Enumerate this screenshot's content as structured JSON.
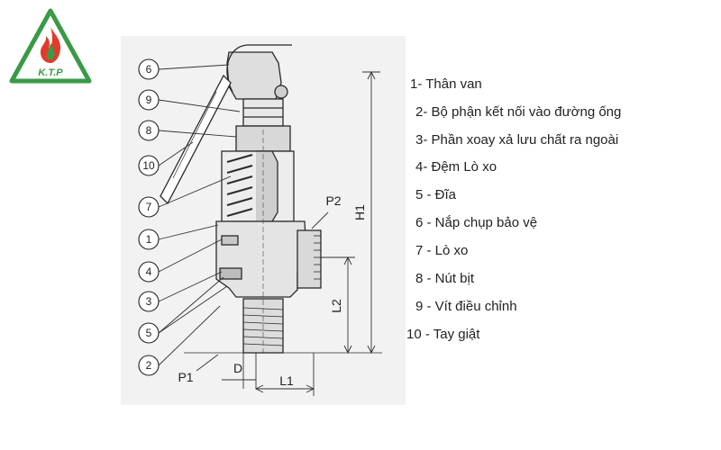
{
  "logo": {
    "text": "K.T.P",
    "brand_color": "#3a9a46",
    "flame_color": "#e23b2a"
  },
  "diagram": {
    "callouts": [
      "6",
      "9",
      "8",
      "10",
      "7",
      "1",
      "4",
      "3",
      "5",
      "2"
    ],
    "dimension_labels": {
      "h1": "H1",
      "p2": "P2",
      "l2": "L2",
      "d": "D",
      "l1": "L1",
      "p1": "P1"
    }
  },
  "legend": {
    "items": [
      "1- Thân van",
      "2- Bộ phận kết nối vào đường ống",
      "3- Phần xoay xả lưu chất ra ngoài",
      "4- Đệm Lò xo",
      "5 - Đĩa",
      "6 - Nắp chụp bảo vệ",
      "7 - Lò xo",
      "8 - Nút bịt",
      "9 - Vít điều chỉnh",
      "10 - Tay giật"
    ]
  }
}
